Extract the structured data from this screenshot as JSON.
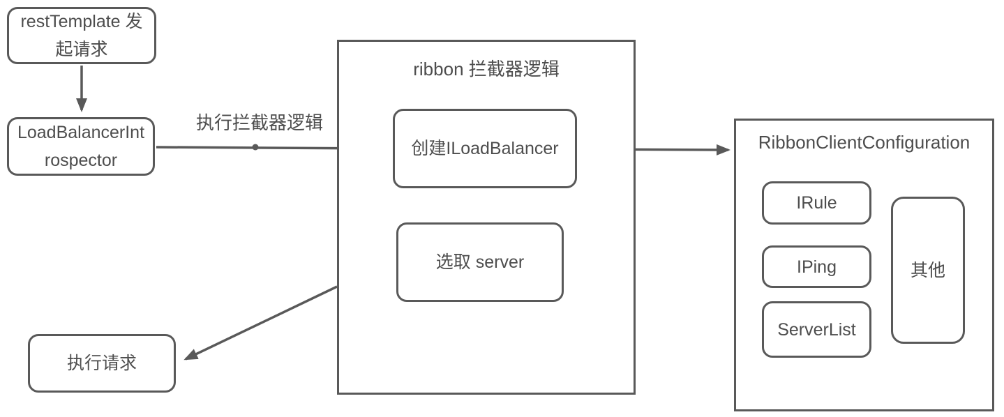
{
  "nodes": {
    "rest_template": "restTemplate 发起请求",
    "introspector": "LoadBalancerIntrospector",
    "execute_request": "执行请求",
    "create_iloadbalancer": "创建ILoadBalancer",
    "select_server": "选取 server",
    "irule": "IRule",
    "iping": "IPing",
    "server_list": "ServerList",
    "other": "其他"
  },
  "containers": {
    "ribbon": {
      "title": "ribbon 拦截器逻辑"
    },
    "config": {
      "title": "RibbonClientConfiguration"
    }
  },
  "edges": {
    "interceptor_label": "执行拦截器逻辑"
  },
  "colors": {
    "stroke": "#595959",
    "text": "#4d4d4d",
    "background": "#ffffff"
  }
}
